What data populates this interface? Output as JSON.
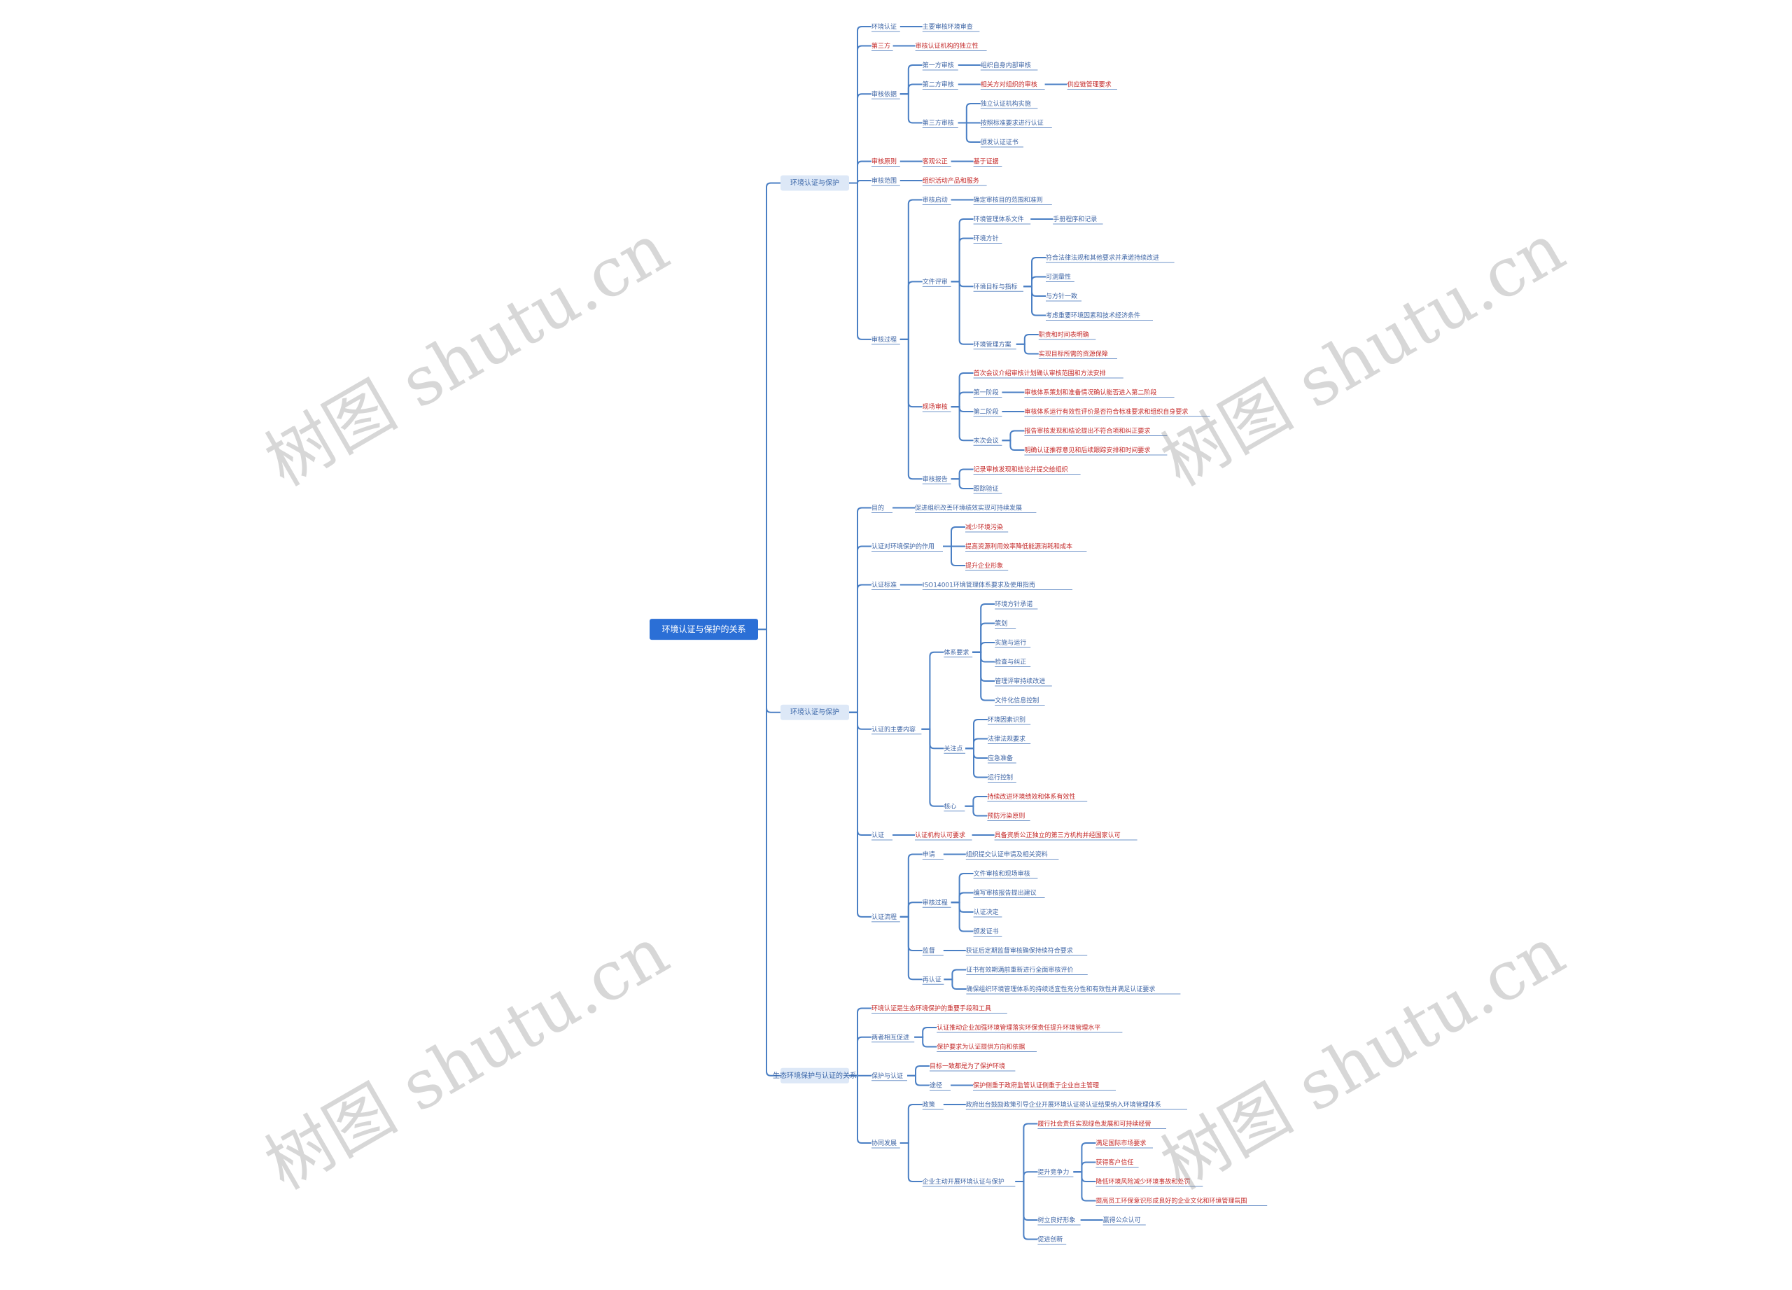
{
  "watermark": "树图 shutu.cn",
  "mindmap": {
    "root": "环境认证与保护的关系",
    "children": [
      {
        "label": "环境认证与保护",
        "children": [
          {
            "label": "环境认证",
            "children": [
              {
                "label": "主要审核环境审查"
              }
            ]
          },
          {
            "label": "第三方",
            "color": "red",
            "children": [
              {
                "label": "审核认证机构的独立性",
                "color": "red"
              }
            ]
          },
          {
            "label": "审核依据",
            "children": [
              {
                "label": "第一方审核",
                "children": [
                  {
                    "label": "组织自身内部审核"
                  }
                ]
              },
              {
                "label": "第二方审核",
                "children": [
                  {
                    "label": "相关方对组织的审核",
                    "color": "red",
                    "children": [
                      {
                        "label": "供应链管理要求",
                        "color": "red"
                      }
                    ]
                  }
                ]
              },
              {
                "label": "第三方审核",
                "children": [
                  {
                    "label": "独立认证机构实施"
                  },
                  {
                    "label": "按照标准要求进行认证"
                  },
                  {
                    "label": "颁发认证证书"
                  }
                ]
              }
            ]
          },
          {
            "label": "审核原则",
            "color": "red",
            "children": [
              {
                "label": "客观公正",
                "color": "red",
                "children": [
                  {
                    "label": "基于证据",
                    "color": "red"
                  }
                ]
              }
            ]
          },
          {
            "label": "审核范围",
            "children": [
              {
                "label": "组织活动产品和服务",
                "color": "red"
              }
            ]
          },
          {
            "label": "审核过程",
            "children": [
              {
                "label": "审核启动",
                "children": [
                  {
                    "label": "确定审核目的范围和准则"
                  }
                ]
              },
              {
                "label": "文件评审",
                "children": [
                  {
                    "label": "环境管理体系文件",
                    "children": [
                      {
                        "label": "手册程序和记录"
                      }
                    ]
                  },
                  {
                    "label": "环境方针"
                  },
                  {
                    "label": "环境目标与指标",
                    "children": [
                      {
                        "label": "符合法律法规和其他要求并承诺持续改进"
                      },
                      {
                        "label": "可测量性"
                      },
                      {
                        "label": "与方针一致"
                      },
                      {
                        "label": "考虑重要环境因素和技术经济条件"
                      }
                    ]
                  },
                  {
                    "label": "环境管理方案",
                    "children": [
                      {
                        "label": "职责和时间表明确",
                        "color": "red"
                      },
                      {
                        "label": "实现目标所需的资源保障",
                        "color": "red"
                      }
                    ]
                  }
                ]
              },
              {
                "label": "现场审核",
                "color": "red",
                "children": [
                  {
                    "label": "首次会议介绍审核计划确认审核范围和方法安排",
                    "color": "red"
                  },
                  {
                    "label": "第一阶段",
                    "children": [
                      {
                        "label": "审核体系策划和准备情况确认能否进入第二阶段",
                        "color": "red"
                      }
                    ]
                  },
                  {
                    "label": "第二阶段",
                    "children": [
                      {
                        "label": "审核体系运行有效性评价是否符合标准要求和组织自身要求",
                        "color": "red"
                      }
                    ]
                  },
                  {
                    "label": "末次会议",
                    "children": [
                      {
                        "label": "报告审核发现和结论提出不符合项和纠正要求",
                        "color": "red"
                      },
                      {
                        "label": "明确认证推荐意见和后续跟踪安排和时间要求",
                        "color": "red"
                      }
                    ]
                  }
                ]
              },
              {
                "label": "审核报告",
                "children": [
                  {
                    "label": "记录审核发现和结论并提交给组织",
                    "color": "red"
                  },
                  {
                    "label": "跟踪验证"
                  }
                ]
              }
            ]
          }
        ]
      },
      {
        "label": "环境认证与保护",
        "children": [
          {
            "label": "目的",
            "children": [
              {
                "label": "促进组织改善环境绩效实现可持续发展"
              }
            ]
          },
          {
            "label": "认证对环境保护的作用",
            "children": [
              {
                "label": "减少环境污染",
                "color": "red"
              },
              {
                "label": "提高资源利用效率降低能源消耗和成本",
                "color": "red"
              },
              {
                "label": "提升企业形象",
                "color": "red"
              }
            ]
          },
          {
            "label": "认证标准",
            "children": [
              {
                "label": "ISO14001环境管理体系要求及使用指南"
              }
            ]
          },
          {
            "label": "认证的主要内容",
            "children": [
              {
                "label": "体系要求",
                "children": [
                  {
                    "label": "环境方针承诺"
                  },
                  {
                    "label": "策划"
                  },
                  {
                    "label": "实施与运行"
                  },
                  {
                    "label": "检查与纠正"
                  },
                  {
                    "label": "管理评审持续改进"
                  },
                  {
                    "label": "文件化信息控制"
                  }
                ]
              },
              {
                "label": "关注点",
                "children": [
                  {
                    "label": "环境因素识别"
                  },
                  {
                    "label": "法律法规要求"
                  },
                  {
                    "label": "应急准备"
                  },
                  {
                    "label": "运行控制"
                  }
                ]
              },
              {
                "label": "核心",
                "children": [
                  {
                    "label": "持续改进环境绩效和体系有效性",
                    "color": "red"
                  },
                  {
                    "label": "预防污染原则",
                    "color": "red"
                  }
                ]
              }
            ]
          },
          {
            "label": "认证",
            "children": [
              {
                "label": "认证机构认可要求",
                "color": "red",
                "children": [
                  {
                    "label": "具备资质公正独立的第三方机构并经国家认可",
                    "color": "red"
                  }
                ]
              }
            ]
          },
          {
            "label": "认证流程",
            "children": [
              {
                "label": "申请",
                "children": [
                  {
                    "label": "组织提交认证申请及相关资料"
                  }
                ]
              },
              {
                "label": "审核过程",
                "children": [
                  {
                    "label": "文件审核和现场审核"
                  },
                  {
                    "label": "编写审核报告提出建议"
                  },
                  {
                    "label": "认证决定"
                  },
                  {
                    "label": "颁发证书"
                  }
                ]
              },
              {
                "label": "监督",
                "children": [
                  {
                    "label": "获证后定期监督审核确保持续符合要求"
                  }
                ]
              },
              {
                "label": "再认证",
                "children": [
                  {
                    "label": "证书有效期满前重新进行全面审核评价"
                  },
                  {
                    "label": "确保组织环境管理体系的持续适宜性充分性和有效性并满足认证要求"
                  }
                ]
              }
            ]
          }
        ]
      },
      {
        "label": "生态环境保护与认证的关系",
        "children": [
          {
            "label": "环境认证是生态环境保护的重要手段和工具",
            "color": "red"
          },
          {
            "label": "两者相互促进",
            "children": [
              {
                "label": "认证推动企业加强环境管理落实环保责任提升环境管理水平",
                "color": "red"
              },
              {
                "label": "保护要求为认证提供方向和依据",
                "color": "red"
              }
            ]
          },
          {
            "label": "保护与认证",
            "children": [
              {
                "label": "目标一致都是为了保护环境",
                "color": "red"
              },
              {
                "label": "途径",
                "children": [
                  {
                    "label": "保护侧重于政府监管认证侧重于企业自主管理",
                    "color": "red"
                  }
                ]
              }
            ]
          },
          {
            "label": "协同发展",
            "children": [
              {
                "label": "政策",
                "children": [
                  {
                    "label": "政府出台鼓励政策引导企业开展环境认证将认证结果纳入环境管理体系"
                  }
                ]
              },
              {
                "label": "企业主动开展环境认证与保护",
                "children": [
                  {
                    "label": "履行社会责任实现绿色发展和可持续经营",
                    "color": "red"
                  },
                  {
                    "label": "提升竞争力",
                    "children": [
                      {
                        "label": "满足国际市场要求",
                        "color": "red"
                      },
                      {
                        "label": "获得客户信任",
                        "color": "red"
                      },
                      {
                        "label": "降低环境风险减少环境事故和处罚",
                        "color": "red"
                      },
                      {
                        "label": "提高员工环保意识形成良好的企业文化和环境管理氛围",
                        "color": "red"
                      }
                    ]
                  },
                  {
                    "label": "树立良好形象",
                    "children": [
                      {
                        "label": "赢得公众认可"
                      }
                    ]
                  },
                  {
                    "label": "促进创新"
                  }
                ]
              }
            ]
          }
        ]
      }
    ]
  }
}
